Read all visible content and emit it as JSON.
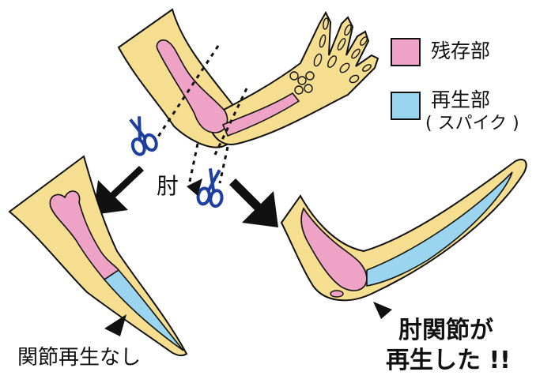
{
  "colors": {
    "skin": "#F5DE90",
    "remaining": "#EEA3C6",
    "regenerated": "#9BD4EE",
    "outline": "#111111",
    "scissors": "#1C3FA0"
  },
  "legend": {
    "remaining_label": "残存部",
    "regenerated_label": "再生部",
    "regenerated_note": "( スパイク )"
  },
  "labels": {
    "elbow": "肘",
    "no_regeneration": "関節再生なし",
    "regenerated_line1": "肘関節が",
    "regenerated_line2": "再生した !!"
  },
  "icons": [
    "scissors-icon",
    "arrow-icon",
    "pointer-triangle-icon"
  ]
}
